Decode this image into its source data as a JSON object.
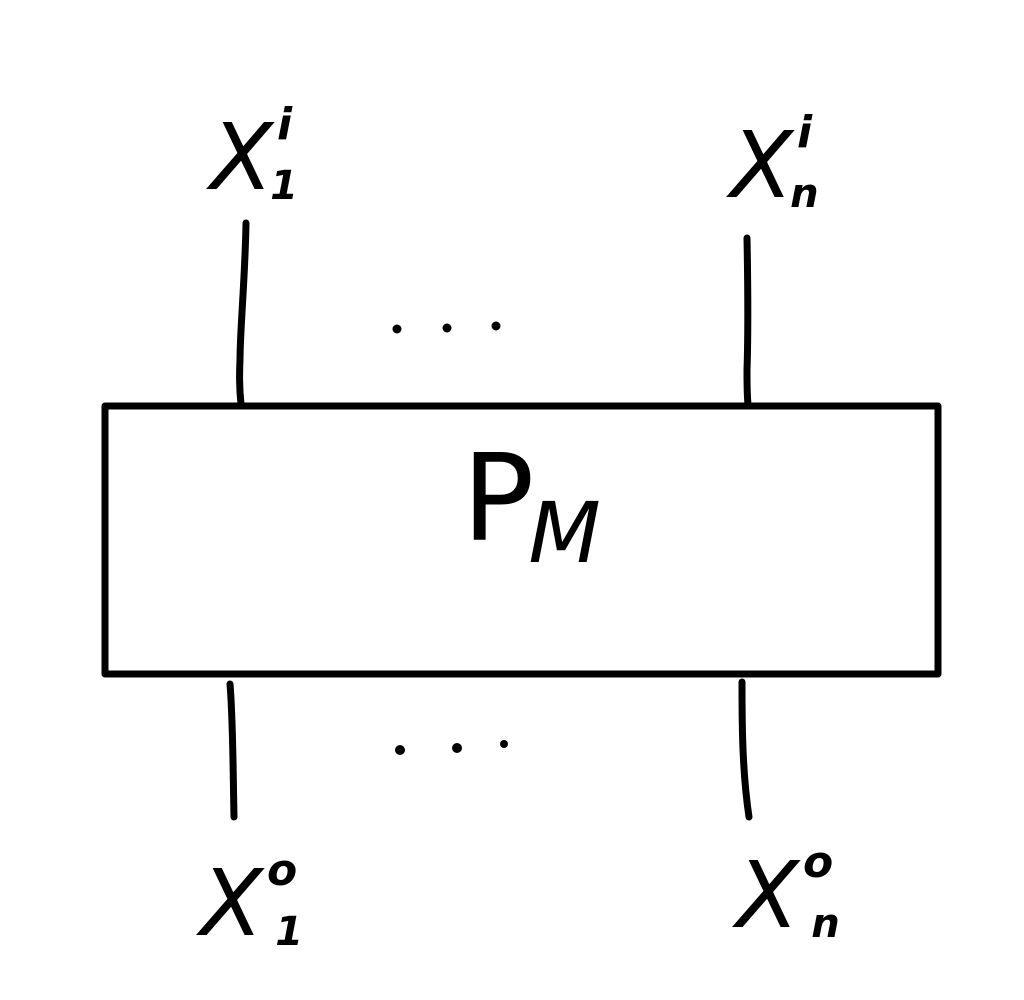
{
  "diagram": {
    "box_label": {
      "main": "P",
      "sub": "M"
    },
    "inputs": [
      {
        "base": "X",
        "sup": "i",
        "sub": "1"
      },
      {
        "base": "X",
        "sup": "i",
        "sub": "n"
      }
    ],
    "outputs": [
      {
        "base": "X",
        "sup": "o",
        "sub": "1"
      },
      {
        "base": "X",
        "sup": "o",
        "sub": "n"
      }
    ],
    "colors": {
      "ink": "#000000",
      "background": "#ffffff"
    }
  }
}
